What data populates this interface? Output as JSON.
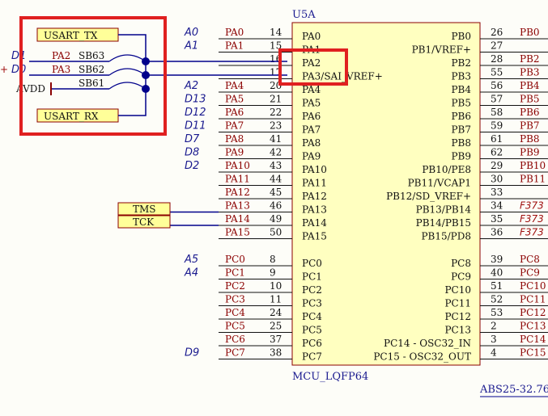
{
  "component": {
    "ref": "U5A",
    "part": "MCU_LQFP64",
    "crystal_ref": "ABS25-32.76"
  },
  "left_pins": [
    {
      "name": "PA0",
      "num": "14",
      "net": "PA0",
      "ard": "A0"
    },
    {
      "name": "PA1",
      "num": "15",
      "net": "PA1",
      "ard": "A1"
    },
    {
      "name": "PA2",
      "num": "16",
      "net": "",
      "ard": ""
    },
    {
      "name": "PA3/SAI_VREF+",
      "num": "17",
      "net": "",
      "ard": ""
    },
    {
      "name": "PA4",
      "num": "20",
      "net": "PA4",
      "ard": "A2"
    },
    {
      "name": "PA5",
      "num": "21",
      "net": "PA5",
      "ard": "D13"
    },
    {
      "name": "PA6",
      "num": "22",
      "net": "PA6",
      "ard": "D12"
    },
    {
      "name": "PA7",
      "num": "23",
      "net": "PA7",
      "ard": "D11"
    },
    {
      "name": "PA8",
      "num": "41",
      "net": "PA8",
      "ard": "D7"
    },
    {
      "name": "PA9",
      "num": "42",
      "net": "PA9",
      "ard": "D8"
    },
    {
      "name": "PA10",
      "num": "43",
      "net": "PA10",
      "ard": "D2"
    },
    {
      "name": "PA11",
      "num": "44",
      "net": "PA11",
      "ard": ""
    },
    {
      "name": "PA12",
      "num": "45",
      "net": "PA12",
      "ard": ""
    },
    {
      "name": "PA13",
      "num": "46",
      "net": "PA13",
      "ard": ""
    },
    {
      "name": "PA14",
      "num": "49",
      "net": "PA14",
      "ard": ""
    },
    {
      "name": "PA15",
      "num": "50",
      "net": "PA15",
      "ard": ""
    },
    {
      "name": "PC0",
      "num": "8",
      "net": "PC0",
      "ard": "A5"
    },
    {
      "name": "PC1",
      "num": "9",
      "net": "PC1",
      "ard": "A4"
    },
    {
      "name": "PC2",
      "num": "10",
      "net": "PC2",
      "ard": ""
    },
    {
      "name": "PC3",
      "num": "11",
      "net": "PC3",
      "ard": ""
    },
    {
      "name": "PC4",
      "num": "24",
      "net": "PC4",
      "ard": ""
    },
    {
      "name": "PC5",
      "num": "25",
      "net": "PC5",
      "ard": ""
    },
    {
      "name": "PC6",
      "num": "37",
      "net": "PC6",
      "ard": ""
    },
    {
      "name": "PC7",
      "num": "38",
      "net": "PC7",
      "ard": "D9"
    }
  ],
  "right_pins": [
    {
      "name": "PB0",
      "num": "26",
      "net": "PB0",
      "fnet": ""
    },
    {
      "name": "PB1/VREF+",
      "num": "27",
      "net": "",
      "fnet": ""
    },
    {
      "name": "PB2",
      "num": "28",
      "net": "PB2",
      "fnet": ""
    },
    {
      "name": "PB3",
      "num": "55",
      "net": "PB3",
      "fnet": ""
    },
    {
      "name": "PB4",
      "num": "56",
      "net": "PB4",
      "fnet": ""
    },
    {
      "name": "PB5",
      "num": "57",
      "net": "PB5",
      "fnet": ""
    },
    {
      "name": "PB6",
      "num": "58",
      "net": "PB6",
      "fnet": ""
    },
    {
      "name": "PB7",
      "num": "59",
      "net": "PB7",
      "fnet": ""
    },
    {
      "name": "PB8",
      "num": "61",
      "net": "PB8",
      "fnet": ""
    },
    {
      "name": "PB9",
      "num": "62",
      "net": "PB9",
      "fnet": ""
    },
    {
      "name": "PB10/PE8",
      "num": "29",
      "net": "PB10",
      "fnet": ""
    },
    {
      "name": "PB11/VCAP1",
      "num": "30",
      "net": "PB11",
      "fnet": ""
    },
    {
      "name": "PB12/SD_VREF+",
      "num": "33",
      "net": "",
      "fnet": ""
    },
    {
      "name": "PB13/PB14",
      "num": "34",
      "net": "",
      "fnet": "F373"
    },
    {
      "name": "PB14/PB15",
      "num": "35",
      "net": "",
      "fnet": "F373"
    },
    {
      "name": "PB15/PD8",
      "num": "36",
      "net": "",
      "fnet": "F373"
    },
    {
      "name": "PC8",
      "num": "39",
      "net": "PC8",
      "fnet": ""
    },
    {
      "name": "PC9",
      "num": "40",
      "net": "PC9",
      "fnet": ""
    },
    {
      "name": "PC10",
      "num": "51",
      "net": "PC10",
      "fnet": ""
    },
    {
      "name": "PC11",
      "num": "52",
      "net": "PC11",
      "fnet": ""
    },
    {
      "name": "PC12",
      "num": "53",
      "net": "PC12",
      "fnet": ""
    },
    {
      "name": "PC13",
      "num": "2",
      "net": "PC13",
      "fnet": ""
    },
    {
      "name": "PC14 - OSC32_IN",
      "num": "3",
      "net": "PC14",
      "fnet": ""
    },
    {
      "name": "PC15 - OSC32_OUT",
      "num": "4",
      "net": "PC15",
      "fnet": ""
    }
  ],
  "usart_block": {
    "tx_label": "USART_TX",
    "rx_label": "USART_RX",
    "rows": [
      {
        "ard": "D1",
        "net": "PA2",
        "jumper": "SB63"
      },
      {
        "ard": "D0",
        "net": "PA3",
        "jumper": "SB62"
      },
      {
        "ard": "",
        "net": "AVDD",
        "jumper": "SB61"
      }
    ],
    "edge_plus": "+"
  },
  "debug_labels": {
    "tms": "TMS",
    "tck": "TCK"
  },
  "colors": {
    "chip_fill": "#ffffc0",
    "chip_stroke": "#8b0000",
    "wire": "#00008b",
    "pin_line": "#111111",
    "net_text": "#8b0000",
    "ard_text": "#1a1a8f",
    "highlight": "#e02020",
    "label_fill": "#ffff99"
  }
}
